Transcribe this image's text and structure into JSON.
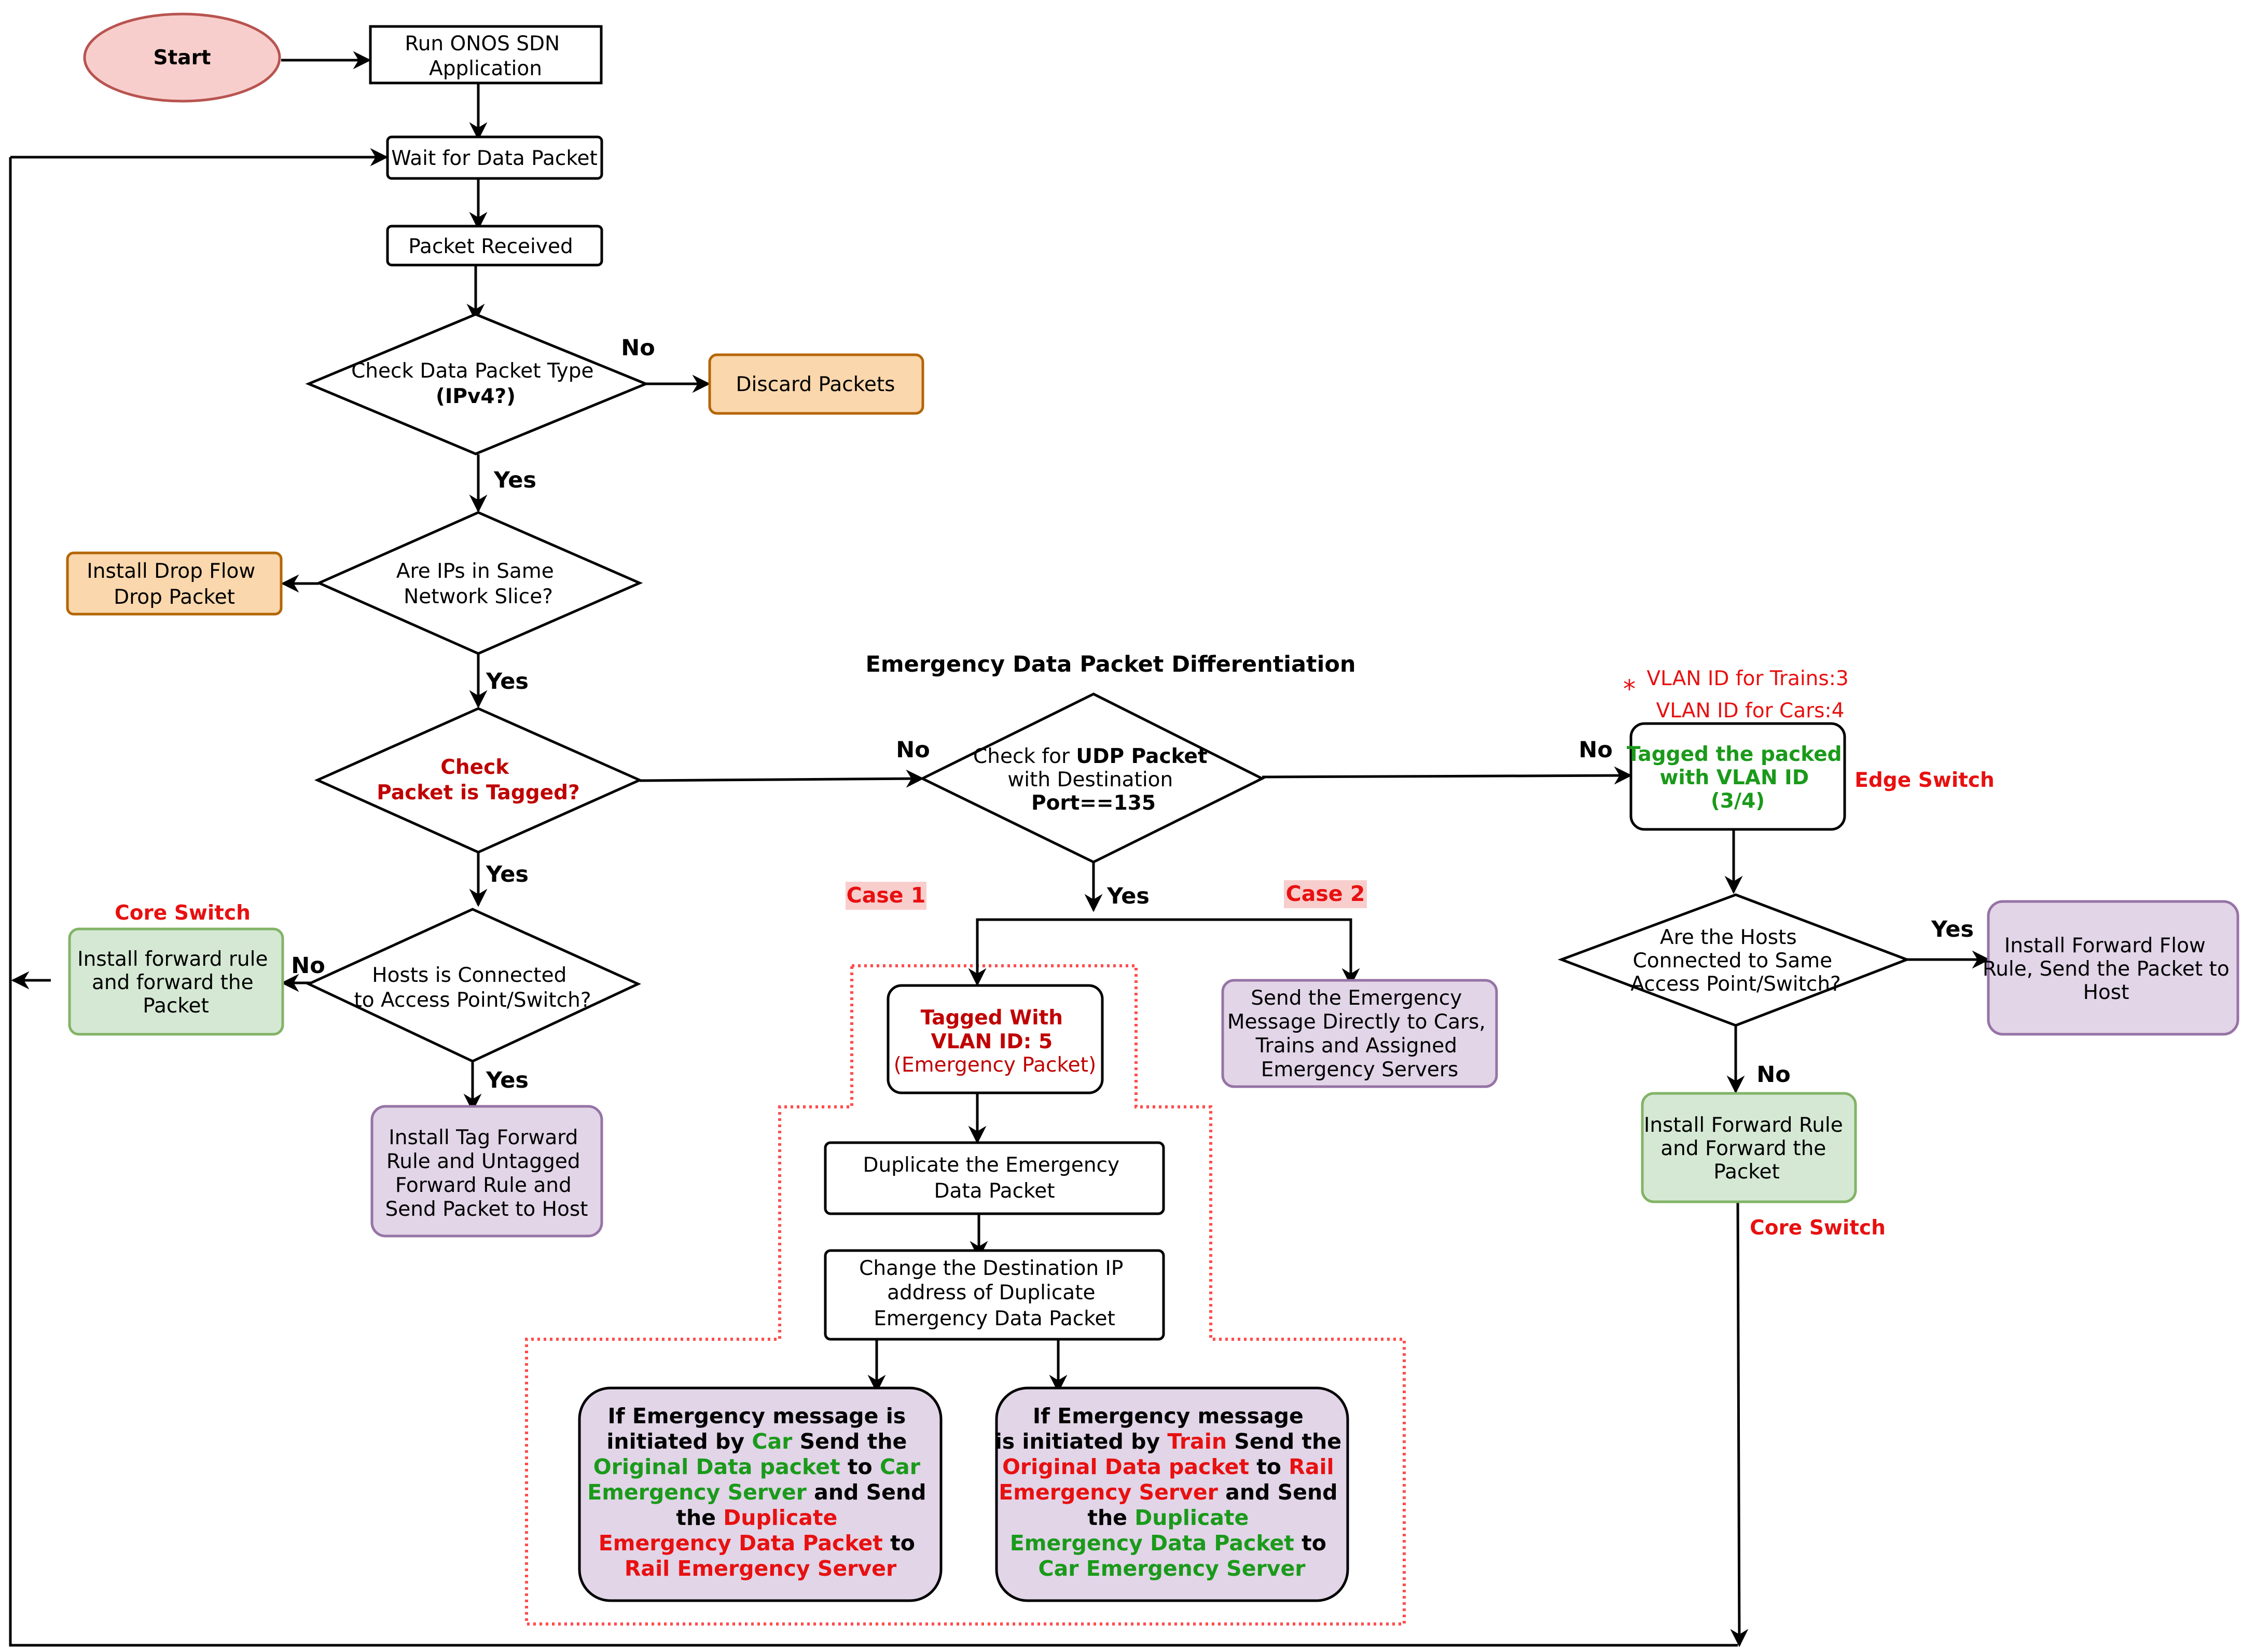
{
  "colors": {
    "start_fill": "#f8cecc",
    "start_stroke": "#b85450",
    "orange_fill": "#fad7ac",
    "orange_stroke": "#b46504",
    "green_fill": "#d5e8d4",
    "green_stroke": "#82b366",
    "purple_fill": "#e1d5e7",
    "purple_stroke": "#9673a6",
    "red_text": "#e81010",
    "dark_red_text": "#c00000",
    "green_text": "#1a9a1a",
    "case_label_bg": "#f8cecc",
    "dotted_region": "#ff4d4d"
  },
  "nodes": {
    "start": "Start",
    "run_app": [
      "Run ONOS SDN",
      "Application"
    ],
    "wait_packet": "Wait for Data Packet",
    "packet_received": "Packet Received",
    "check_type": [
      "Check Data Packet Type",
      "(IPv4?)"
    ],
    "discard": "Discard Packets",
    "same_slice": [
      "Are IPs in Same",
      "Network Slice?"
    ],
    "drop_flow": [
      "Install Drop Flow",
      "Drop Packet"
    ],
    "check_tagged": [
      "Check",
      "Packet is Tagged?"
    ],
    "hosts_connected": [
      "Hosts is Connected",
      "to Access Point/Switch?"
    ],
    "forward_rule_left": [
      "Install forward rule",
      "and forward the",
      "Packet"
    ],
    "tag_forward": [
      "Install Tag Forward",
      "Rule and Untagged",
      "Forward Rule and",
      "Send Packet to Host"
    ],
    "udp_check": {
      "pre": "Check for ",
      "bold": "UDP Packet",
      "line2": "with Destination",
      "line3": "Port==135"
    },
    "tagged_vlan5": [
      "Tagged With",
      "VLAN ID: 5",
      "(Emergency Packet)"
    ],
    "send_direct": [
      "Send the Emergency",
      "Message Directly to Cars,",
      "Trains and Assigned",
      "Emergency Servers"
    ],
    "duplicate": [
      "Duplicate the Emergency",
      "Data Packet"
    ],
    "change_ip": [
      "Change the Destination IP",
      "address of Duplicate",
      "Emergency Data Packet"
    ],
    "car_msg": {
      "l1": "If Emergency message is",
      "l2a": "initiated by ",
      "l2b": "Car",
      "l2c": " Send the",
      "l3a": "Original Data packet",
      "l3b": " to ",
      "l3c": "Car",
      "l4a": "Emergency Server",
      "l4b": "  and Send",
      "l5a": "the ",
      "l5b": "Duplicate",
      "l6a": "Emergency Data Packet",
      "l6b": " to",
      "l7": "Rail Emergency Server"
    },
    "train_msg": {
      "l1": "If Emergency message",
      "l2a": "is initiated by ",
      "l2b": "Train",
      "l2c": " Send the",
      "l3a": "Original Data packet",
      "l3b": " to ",
      "l3c": "Rail",
      "l4a": "Emergency Server",
      "l4b": "  and Send",
      "l5a": "the ",
      "l5b": "Duplicate",
      "l6a": "Emergency Data Packet",
      "l6b": " to",
      "l7": "Car Emergency Server"
    },
    "tag_vlan34": [
      "Tagged the packed",
      "with VLAN ID",
      "(3/4)"
    ],
    "hosts_same": [
      "Are the Hosts",
      "Connected to Same",
      "Access Point/Switch?"
    ],
    "forward_flow_right": [
      "Install Forward Flow",
      "Rule, Send the Packet to",
      "Host"
    ],
    "forward_rule_right": [
      "Install Forward Rule",
      "and Forward the",
      "Packet"
    ]
  },
  "labels": {
    "no": "No",
    "yes": "Yes",
    "section_title": "Emergency Data Packet Differentiation",
    "case1": "Case 1",
    "case2": "Case 2",
    "core_switch": "Core Switch",
    "edge_switch": "Edge Switch",
    "asterisk": "*",
    "vlan_trains": "VLAN ID for Trains:3",
    "vlan_cars": "VLAN ID for Cars:4"
  }
}
